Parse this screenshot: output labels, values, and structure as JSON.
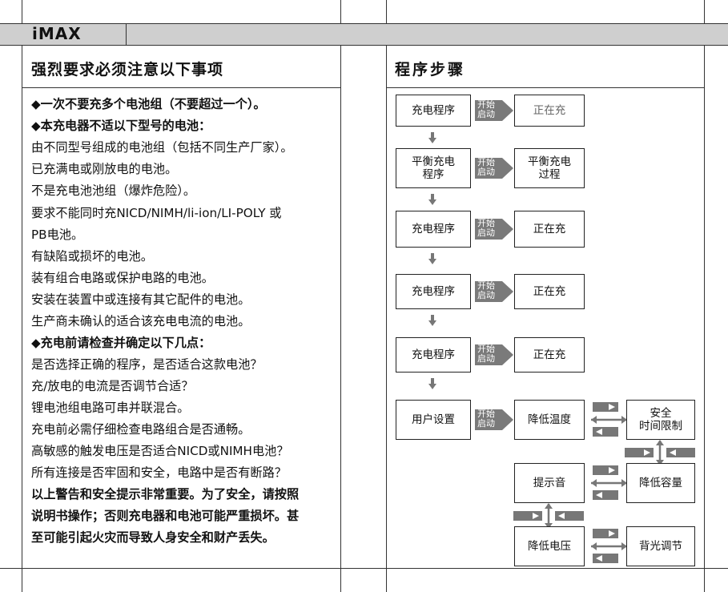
{
  "header": {
    "logo_text": "iMAX"
  },
  "left": {
    "title": "强烈要求必须注意以下事项",
    "lines": [
      {
        "text": "◆一次不要充多个电池组（不要超过一个）。",
        "bold": true
      },
      {
        "text": "◆本充电器不适以下型号的电池：",
        "bold": true
      },
      {
        "text": "由不同型号组成的电池组（包括不同生产厂家）。",
        "bold": false
      },
      {
        "text": "已充满电或刚放电的电池。",
        "bold": false
      },
      {
        "text": "不是充电池池组（爆炸危险）。",
        "bold": false
      },
      {
        "text": "要求不能同时充NICD/NIMH/li-ion/LI-POLY 或",
        "bold": false
      },
      {
        "text": "PB电池。",
        "bold": false
      },
      {
        "text": "有缺陷或损坏的电池。",
        "bold": false
      },
      {
        "text": "装有组合电路或保护电路的电池。",
        "bold": false
      },
      {
        "text": "安装在装置中或连接有其它配件的电池。",
        "bold": false
      },
      {
        "text": "生产商未确认的适合该充电电流的电池。",
        "bold": false
      },
      {
        "text": "◆充电前请检查并确定以下几点：",
        "bold": true
      },
      {
        "text": "是否选择正确的程序，是否适合这款电池？",
        "bold": false
      },
      {
        "text": "充/放电的电流是否调节合适？",
        "bold": false
      },
      {
        "text": "锂电池组电路可串并联混合。",
        "bold": false
      },
      {
        "text": "充电前必需仔细检查电路组合是否通畅。",
        "bold": false
      },
      {
        "text": "高敏感的触发电压是否适合NICD或NIMH电池？",
        "bold": false
      },
      {
        "text": "所有连接是否牢固和安全，电路中是否有断路？",
        "bold": false
      },
      {
        "text": "以上警告和安全提示非常重要。为了安全，请按照",
        "bold": true
      },
      {
        "text": "说明书操作；否则充电器和电池可能严重损坏。甚",
        "bold": true
      },
      {
        "text": "至可能引起火灾而导致人身安全和财产丢失。",
        "bold": true
      }
    ]
  },
  "right": {
    "title": "程序步骤",
    "start_label_1": "开始",
    "start_label_2": "启动",
    "rows": [
      {
        "left": [
          "充电程序"
        ],
        "right": [
          "正在充"
        ]
      },
      {
        "left": [
          "平衡充电",
          "程序"
        ],
        "right": [
          "平衡充电",
          "过程"
        ]
      },
      {
        "left": [
          "充电程序"
        ],
        "right": [
          "正在充"
        ]
      },
      {
        "left": [
          "充电程序"
        ],
        "right": [
          "正在充"
        ]
      },
      {
        "left": [
          "充电程序"
        ],
        "right": [
          "正在充"
        ]
      }
    ],
    "user": {
      "setup": "用户设置",
      "lower_temp": "降低温度",
      "safety_time": [
        "安全",
        "时间限制"
      ],
      "tone": "提示音",
      "lower_capacity": "降低容量",
      "lower_voltage": "降低电压",
      "backlight": "背光调节"
    }
  }
}
